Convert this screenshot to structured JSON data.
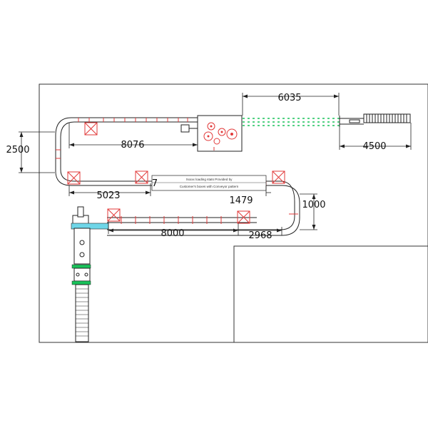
{
  "dimensions": {
    "d6035": "6035",
    "d8076": "8076",
    "d2500": "2500",
    "d4500": "4500",
    "d5023": "5023",
    "d7": "7",
    "d1479": "1479",
    "d1000": "1000",
    "d8000": "8000",
    "d2968": "2968"
  },
  "note": {
    "line1": "Xxxxx loading stats Provided by",
    "line2": "Customer's boxes with Conveyor pattern"
  },
  "colors": {
    "line": "#222222",
    "accent_red": "#e23a3a",
    "accent_green": "#19c25a",
    "accent_teal": "#6fd6e8"
  }
}
